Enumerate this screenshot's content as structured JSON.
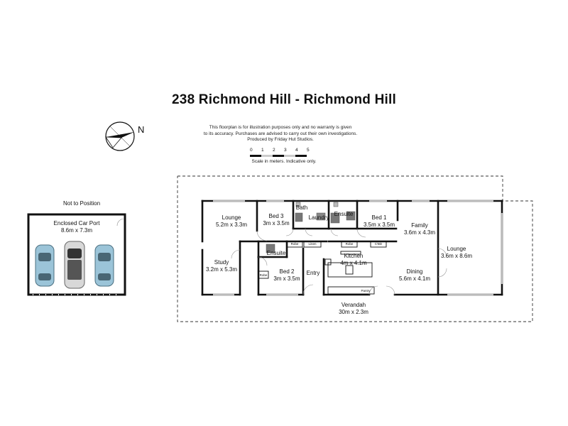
{
  "title": "238 Richmond Hill - Richmond Hill",
  "compass": {
    "label": "N"
  },
  "disclaimer": {
    "lines": [
      "This floorplan is for illustration purposes only and no warranty is given",
      "to its accuracy. Purchases are advised to carry out their own investigations.",
      "Produced by Friday Hut Studios."
    ]
  },
  "scale": {
    "ticks": [
      "0",
      "1",
      "2",
      "3",
      "4",
      "5"
    ],
    "note": "Scale in meters. Indicative only."
  },
  "carport": {
    "note": "Not to Position",
    "name": "Enclosed Car Port",
    "size": "8.6m x 7.3m"
  },
  "rooms": {
    "lounge_west": {
      "name": "Lounge",
      "size": "5.2m x 3.3m"
    },
    "bed3": {
      "name": "Bed 3",
      "size": "3m x 3.5m"
    },
    "bath": {
      "name": "Bath"
    },
    "laundry": {
      "name": "Laundry"
    },
    "ensuite_north": {
      "name": "Ensuite"
    },
    "bed1": {
      "name": "Bed 1",
      "size": "3.5m x 3.5m"
    },
    "family": {
      "name": "Family",
      "size": "3.6m x 4.3m"
    },
    "lounge_east": {
      "name": "Lounge",
      "size": "3.6m x 8.6m"
    },
    "study": {
      "name": "Study",
      "size": "3.2m x 5.3m"
    },
    "ensuite_south": {
      "name": "Ensuite"
    },
    "bed2": {
      "name": "Bed 2",
      "size": "3m x 3.5m"
    },
    "entry": {
      "name": "Entry"
    },
    "kitchen": {
      "name": "Kitchen",
      "size": "4m x 4.1m"
    },
    "dining": {
      "name": "Dining",
      "size": "5.6m x 4.1m"
    },
    "verandah": {
      "name": "Verandah",
      "size": "30m x 2.3m"
    }
  },
  "fixtures": {
    "robe_1": "Robe",
    "linen": "Linen",
    "robe_2": "Robe",
    "ctbd": "C'BD",
    "robe_3": "Robe",
    "pantry": "Pantry"
  }
}
